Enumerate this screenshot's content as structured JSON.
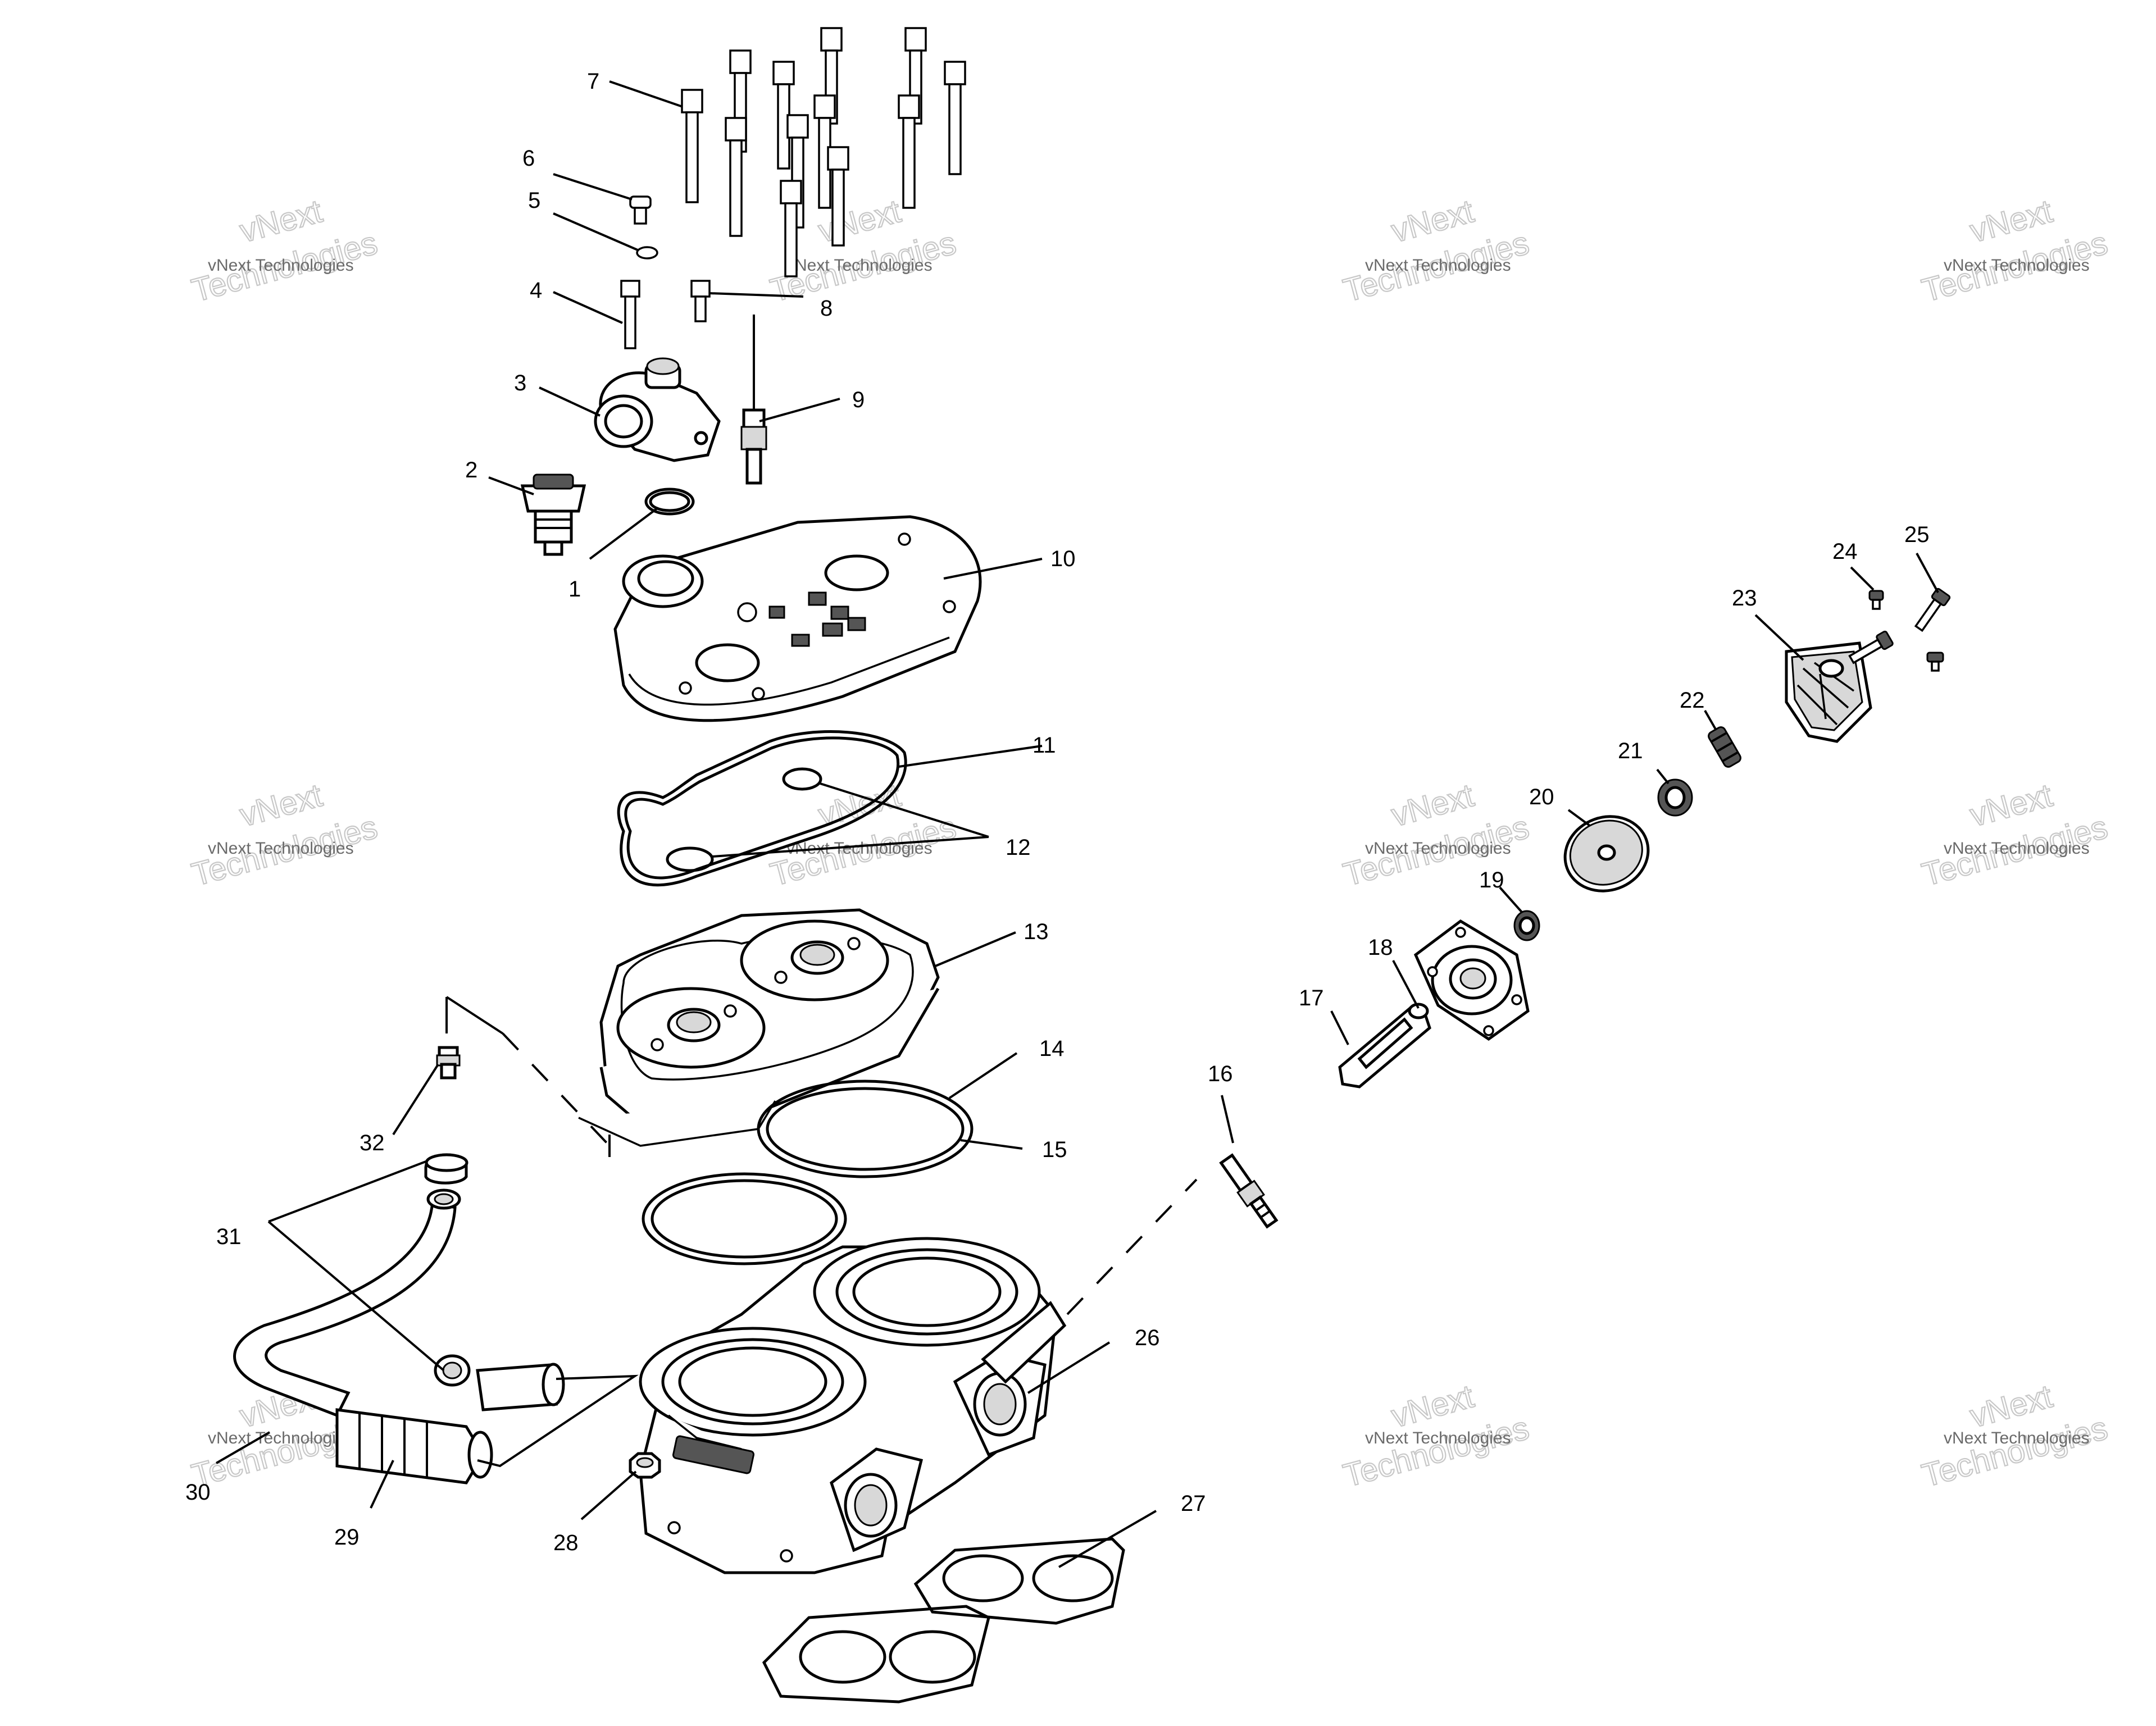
{
  "watermark": {
    "line_small": "vNext Technologies",
    "line_big_top": "vNext",
    "line_big_bottom": "Technologies"
  },
  "callouts": {
    "c1": "1",
    "c2": "2",
    "c3": "3",
    "c4": "4",
    "c5": "5",
    "c6": "6",
    "c7": "7",
    "c8": "8",
    "c9": "9",
    "c10": "10",
    "c11": "11",
    "c12": "12",
    "c13": "13",
    "c14": "14",
    "c15": "15",
    "c16": "16",
    "c17": "17",
    "c18": "18",
    "c19": "19",
    "c20": "20",
    "c21": "21",
    "c22": "22",
    "c23": "23",
    "c24": "24",
    "c25": "25",
    "c26": "26",
    "c27": "27",
    "c28": "28",
    "c29": "29",
    "c30": "30",
    "c31": "31",
    "c32": "32"
  },
  "colors": {
    "ink": "#000000",
    "watermark": "#c8c8c8",
    "background": "#ffffff"
  }
}
